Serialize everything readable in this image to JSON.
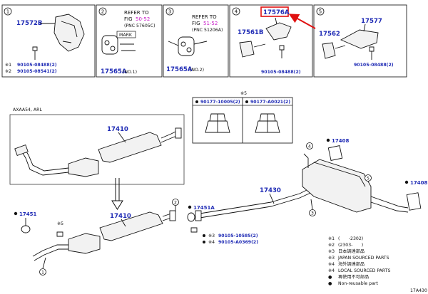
{
  "diagram_code": "17A430",
  "engine_label": "AXAA54, ARL",
  "panels": [
    {
      "num": "1",
      "part": "17572B",
      "bolts": [
        "90105-08488(2)",
        "90105-08541(2)"
      ],
      "bolt_marks": [
        "※1",
        "※2"
      ]
    },
    {
      "num": "2",
      "refer": "REFER TO",
      "fig": "FIG",
      "fig_no": "50-52",
      "pnc": "(PNC 57605C)",
      "mark": "MARK",
      "part": "17565A",
      "suffix": "(NO.1)"
    },
    {
      "num": "3",
      "refer": "REFER TO",
      "fig": "FIG",
      "fig_no": "51-52",
      "pnc": "(PNC 51206A)",
      "part": "17565A",
      "suffix": "(NO.2)"
    },
    {
      "num": "4",
      "part_top": "17576A",
      "part": "17561B",
      "bolt": "90105-08488(2)"
    },
    {
      "num": "5",
      "part_top": "17577",
      "part": "17562",
      "bolt": "90105-08488(2)"
    }
  ],
  "nut_box": {
    "mark": "※5",
    "left": "90177-10005(2)",
    "right": "90177-A0021(2)"
  },
  "callouts": {
    "p17410_top": "17410",
    "p17410_bot": "17410",
    "p17430": "17430",
    "p17408_a": "17408",
    "p17408_b": "17408",
    "p17451": "17451",
    "p17451a": "17451A",
    "mark5": "※5",
    "bolt_a": "90105-10585(2)",
    "bolt_b": "90105-A0369(2)",
    "mark3": "※3",
    "mark4": "※4",
    "num1": "1",
    "num2": "2",
    "num3": "3",
    "num4": "4",
    "num5": "5"
  },
  "legend": [
    {
      "mark": "※1",
      "text": "(　　-2302)"
    },
    {
      "mark": "※2",
      "text": "(2303-　　)"
    },
    {
      "mark": "※3",
      "text": "日本調達部品"
    },
    {
      "mark": "※3",
      "text": "JAPAN SOURCED PARTS"
    },
    {
      "mark": "※4",
      "text": "海外調達部品"
    },
    {
      "mark": "※4",
      "text": "LOCAL SOURCED PARTS"
    },
    {
      "mark": "●",
      "text": "再使用不可部品"
    },
    {
      "mark": "●",
      "text": "Non-reusable part"
    }
  ],
  "highlight_color": "#e01010",
  "part_color": "#1f2bb5"
}
